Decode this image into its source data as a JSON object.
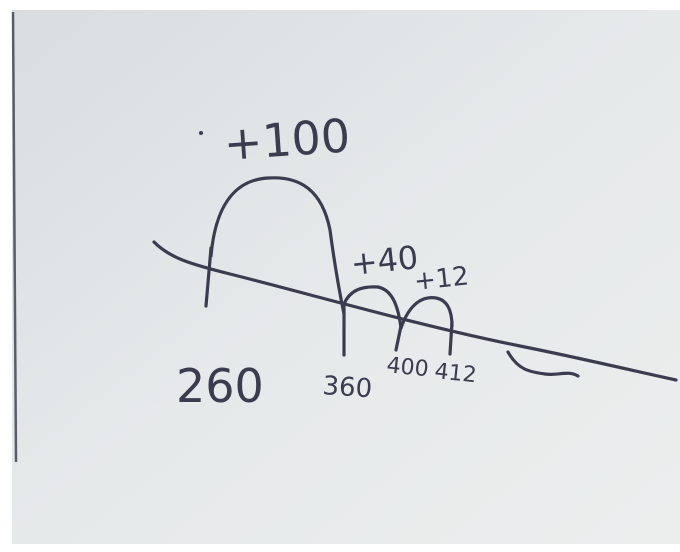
{
  "whiteboard": {
    "jumps": [
      {
        "label": "+100"
      },
      {
        "label": "+40"
      },
      {
        "label": "+12"
      }
    ],
    "ticks": [
      {
        "label": "260"
      },
      {
        "label": "360"
      },
      {
        "label": "400"
      },
      {
        "label": "412"
      }
    ]
  }
}
